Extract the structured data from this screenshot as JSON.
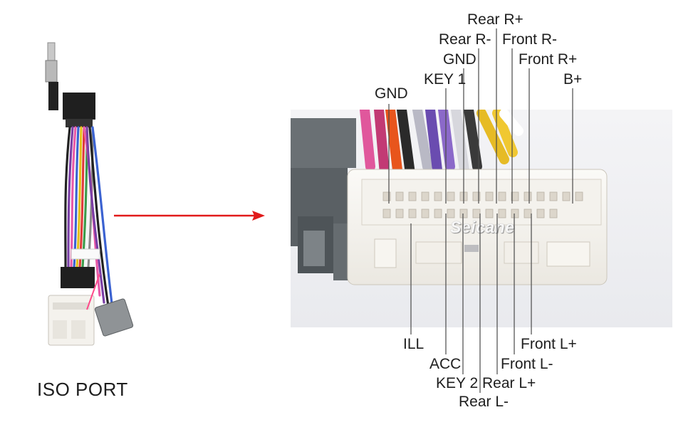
{
  "caption": "ISO PORT",
  "brand": "Seicane",
  "top_labels": {
    "rear_r_plus": "Rear R+",
    "rear_r_minus": "Rear R-",
    "front_r_minus": "Front R-",
    "gnd_top": "GND",
    "front_r_plus": "Front R+",
    "key1": "KEY 1",
    "b_plus": "B+",
    "gnd_left": "GND"
  },
  "bottom_labels": {
    "ill": "ILL",
    "front_l_plus": "Front L+",
    "acc": "ACC",
    "front_l_minus": "Front L-",
    "key2": "KEY 2",
    "rear_l_plus": "Rear L+",
    "rear_l_minus": "Rear L-"
  },
  "colors": {
    "arrow": "#e11a1a",
    "leader": "#4a4a4a",
    "connector": "#f1efea",
    "housing": "#5c6266"
  }
}
